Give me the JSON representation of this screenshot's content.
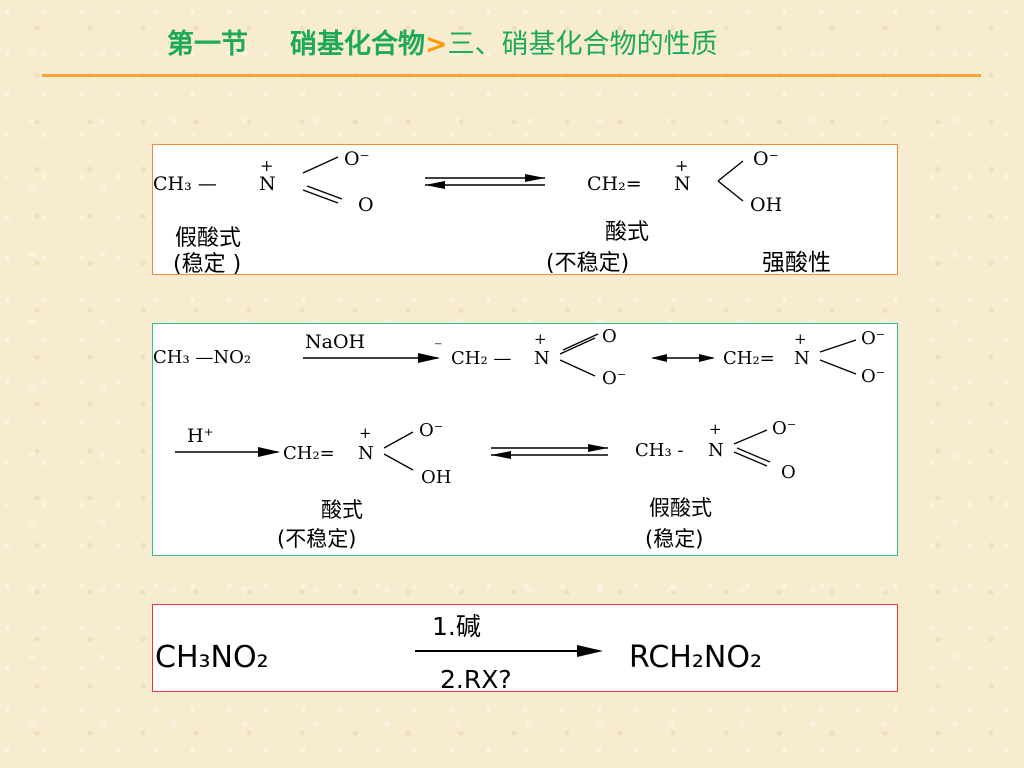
{
  "header": {
    "section": "第一节",
    "topic": "硝基化合物",
    "arrow": ">",
    "subtopic": "三、硝基化合物的性质"
  },
  "box1": {
    "left_group": "CH₃ —",
    "n_plus": "+",
    "n": "N",
    "o_minus": "O⁻",
    "o": "O",
    "right_group": "CH₂=",
    "right_n_plus": "+",
    "right_n": "N",
    "right_o_minus": "O⁻",
    "right_oh": "OH",
    "pseudo_acid": "假酸式",
    "stable": "(稳定 )",
    "acid_form": "酸式",
    "unstable": "(不稳定)",
    "strong_acid": "强酸性"
  },
  "box2": {
    "reactant": "CH₃ —NO₂",
    "reagent": "NaOH",
    "anion_charge": "⁻",
    "ch2": "CH₂ —",
    "n_plus_1": "+",
    "n_1": "N",
    "o_top_1": "O",
    "o_bottom_1": "O⁻",
    "ch2_double": "CH₂=",
    "n_plus_2": "+",
    "n_2": "N",
    "o_top_2": "O⁻",
    "o_bottom_2": "O⁻",
    "h_plus": "H⁺",
    "ch2_acid": "CH₂=",
    "n_plus_3": "+",
    "n_3": "N",
    "o_top_3": "O⁻",
    "oh_3": "OH",
    "ch3_pseudo": "CH₃ -",
    "n_plus_4": "+",
    "n_4": "N",
    "o_top_4": "O⁻",
    "o_bottom_4": "O",
    "acid_form": "酸式",
    "unstable": "(不稳定)",
    "pseudo_acid": "假酸式",
    "stable": "(稳定)"
  },
  "box3": {
    "reactant": "CH₃NO₂",
    "step1": "1.碱",
    "step2": "2.RX?",
    "product": "RCH₂NO₂"
  }
}
